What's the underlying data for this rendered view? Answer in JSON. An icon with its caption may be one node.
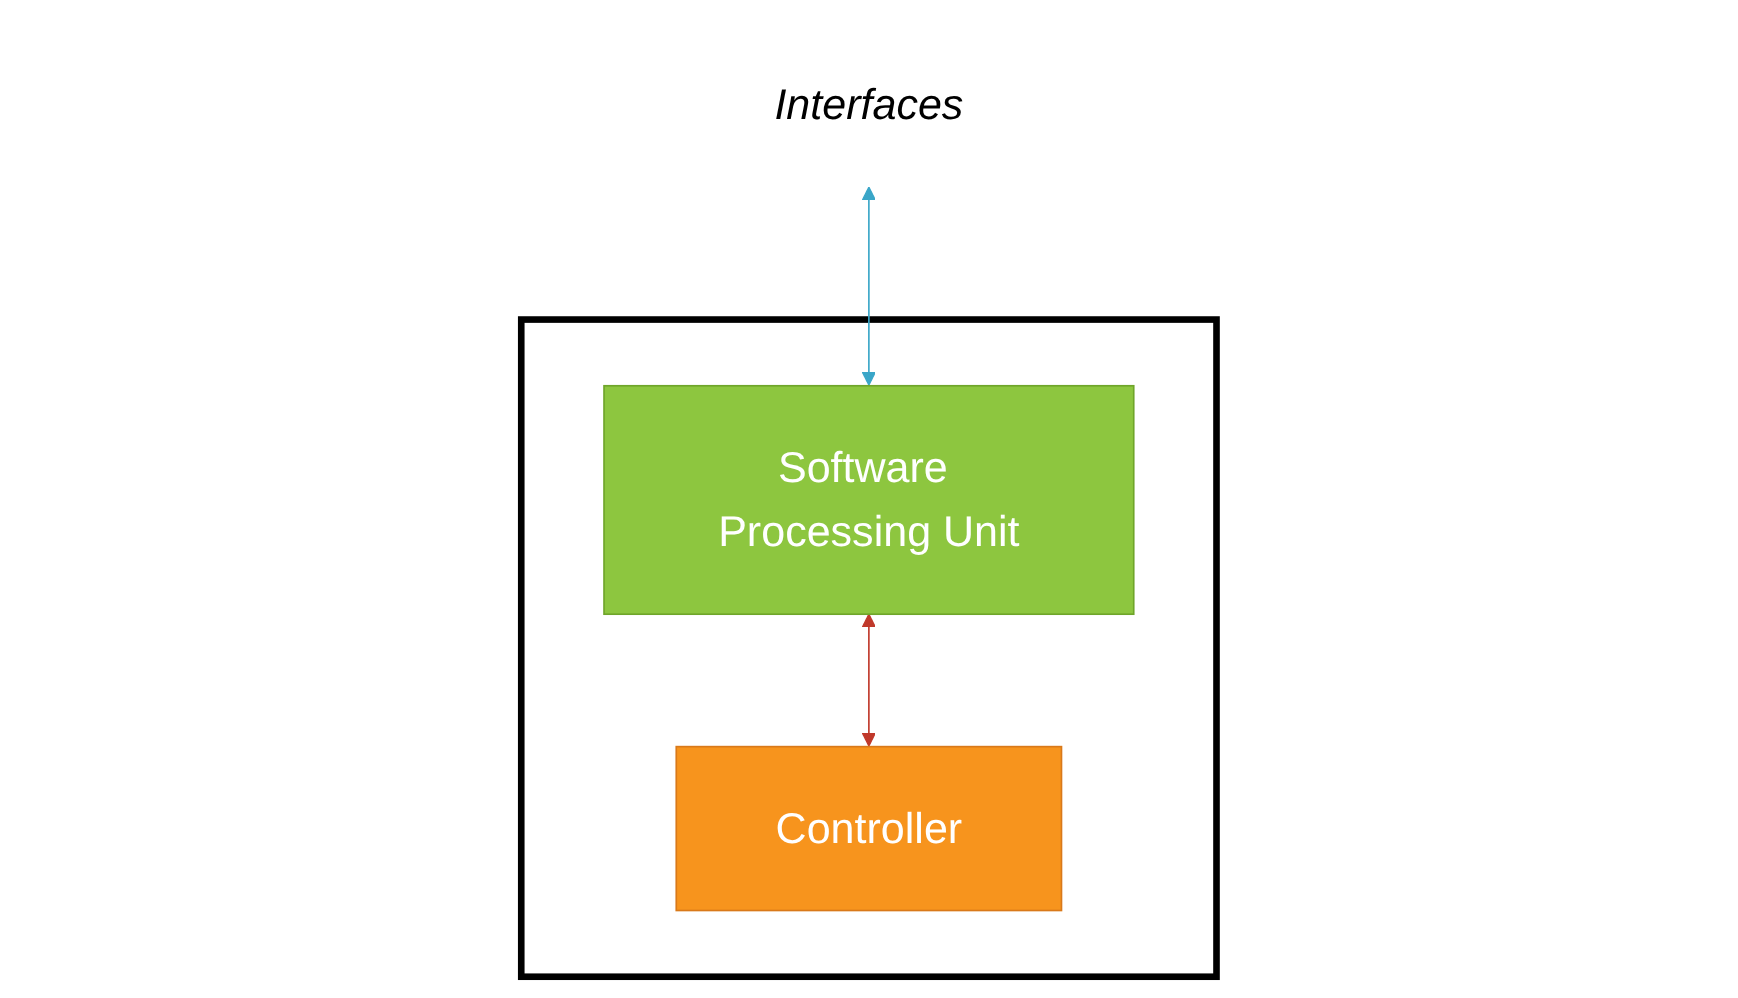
{
  "diagram": {
    "nodes": [
      {
        "text": [],
        "shape": "box"
      },
      {
        "text": [
          "Controller"
        ],
        "in": 0
      },
      {
        "text": [
          "Software Processing Unit"
        ],
        "in": 0
      },
      {
        "text": [
          "Interfaces"
        ]
      }
    ],
    "edges": [
      {
        "from": 1,
        "to": 2,
        "arrow": "both",
        "color": "#c0392b"
      },
      {
        "from": 2,
        "to": 3,
        "arrow": "both",
        "color": "#3aa6c8"
      }
    ]
  }
}
